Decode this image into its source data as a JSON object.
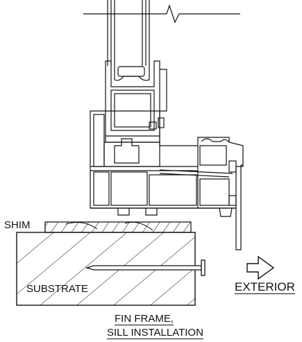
{
  "labels": {
    "shim": "SHIM",
    "substrate": "SUBSTRATE",
    "exterior": "EXTERIOR"
  },
  "caption": {
    "line1": "FIN FRAME,",
    "line2": "SILL INSTALLATION"
  },
  "colors": {
    "line": "#111111",
    "background": "#ffffff"
  },
  "icons": {
    "exterior_arrow": "outline-right-arrow-icon",
    "break_mark": "break-line-icon"
  }
}
